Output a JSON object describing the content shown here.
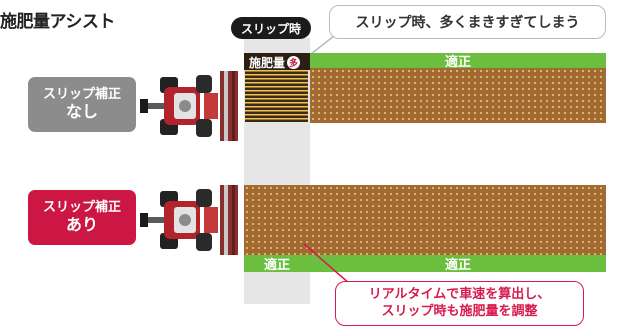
{
  "title": "施肥量アシスト",
  "slip_badge": "スリップ時",
  "callout_top": "スリップ時、多くまきすぎてしまう",
  "row_top": {
    "label_line1": "スリップ補正",
    "label_line2": "なし",
    "green_label": "適正",
    "fertilizer_label": "施肥量",
    "fertilizer_badge": "多"
  },
  "row_bottom": {
    "label_line1": "スリップ補正",
    "label_line2": "あり",
    "green_label_slip": "適正",
    "green_label_main": "適正"
  },
  "callout_bottom": {
    "line1": "リアルタイムで車速を算出し、",
    "line2": "スリップ時も施肥量を調整"
  },
  "colors": {
    "green": "#6cbe3e",
    "field": "#a06a32",
    "nashi_gray": "#8c8c8c",
    "ari_red": "#cc1745",
    "callout_red": "#d81b4e"
  }
}
